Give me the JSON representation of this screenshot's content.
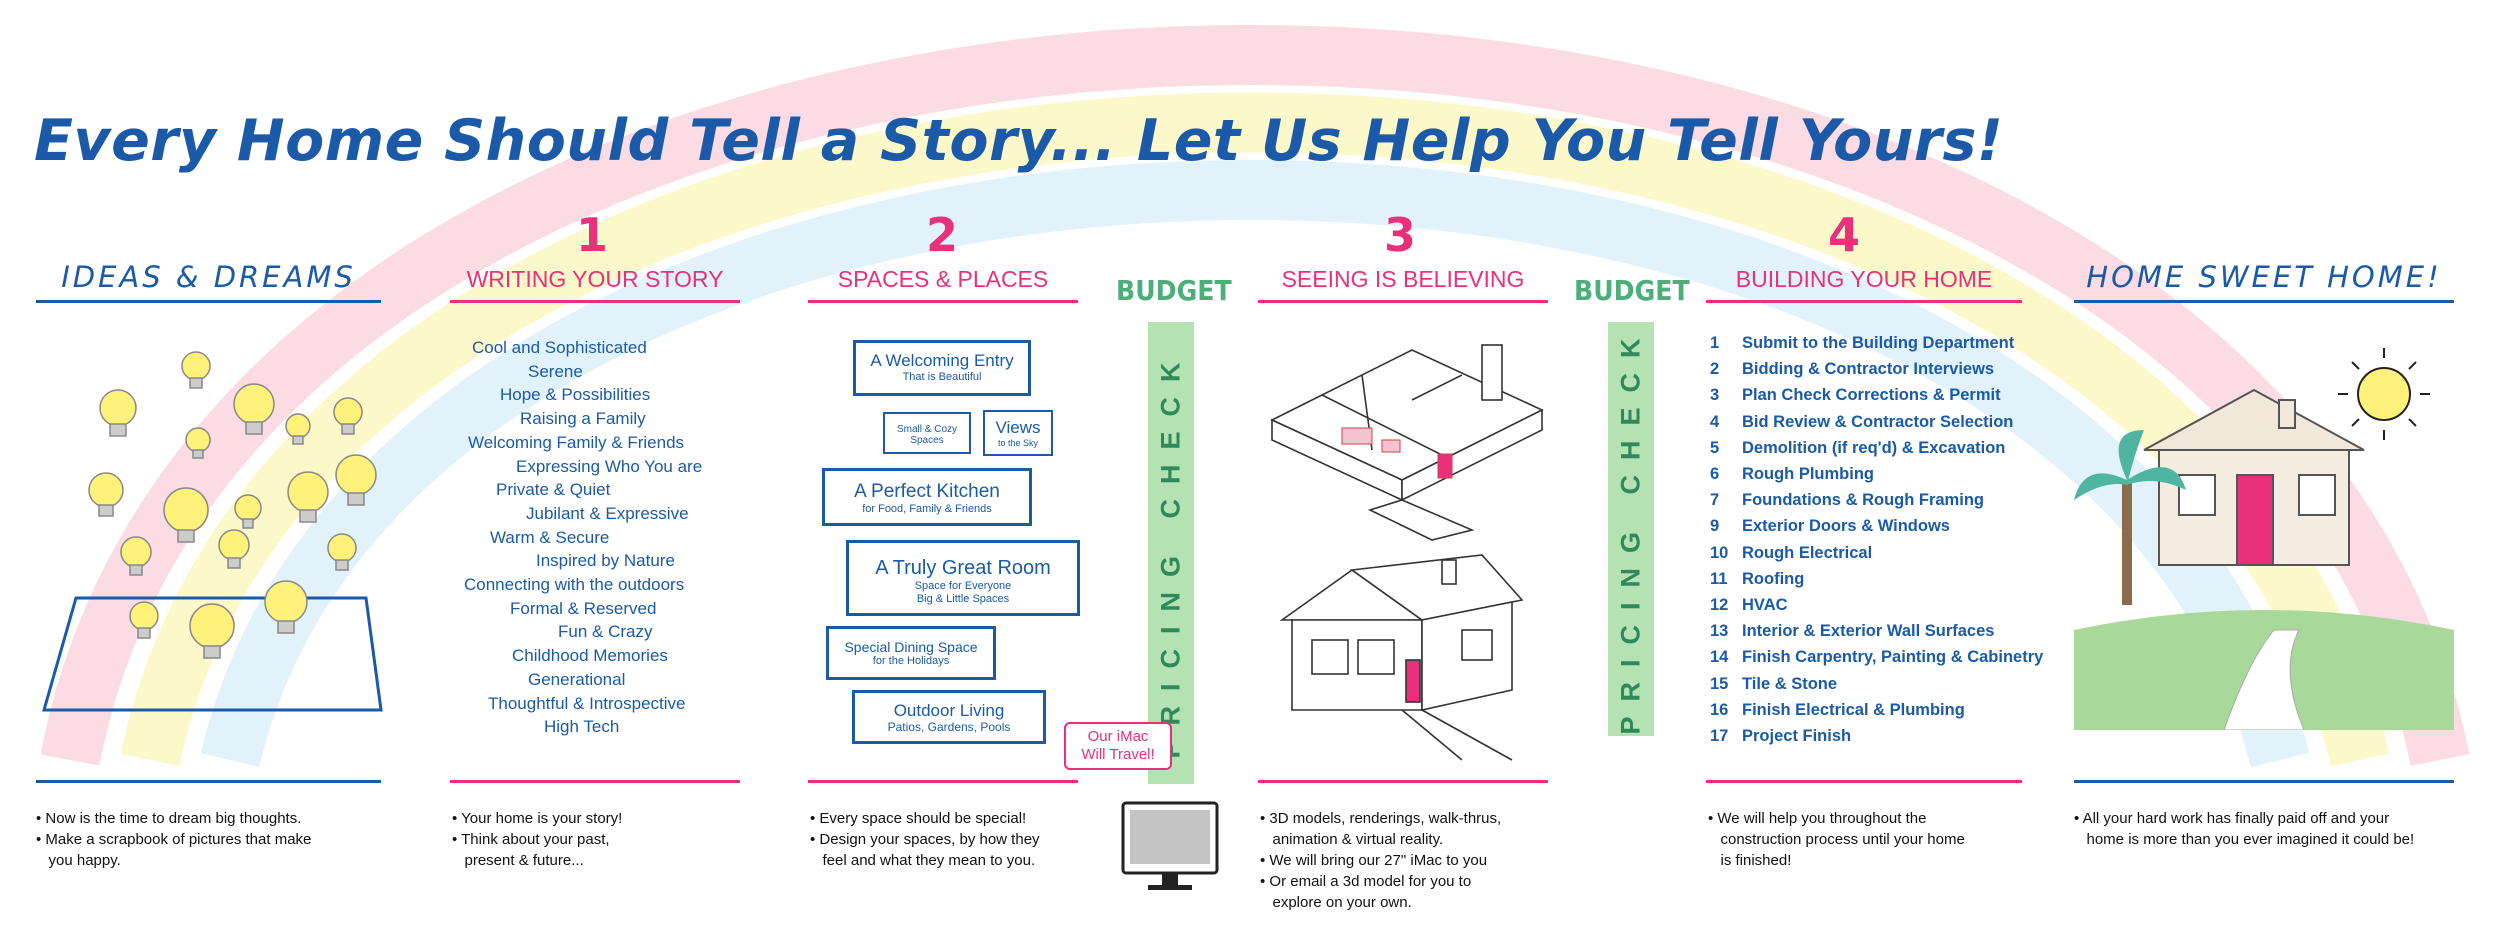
{
  "title": "Every Home Should Tell a Story... Let Us Help You Tell Yours!",
  "colors": {
    "pink": "#e8317a",
    "blue": "#1a5aa8",
    "green": "#b5e2b3",
    "yellow": "#fff6a0"
  },
  "ideas": {
    "heading": "IDEAS & DREAMS",
    "notes": [
      "• Now is the time to dream big thoughts.",
      "• Make a scrapbook of pictures that make",
      "   you happy."
    ]
  },
  "story": {
    "number": "1",
    "heading": "WRITING YOUR STORY",
    "items": [
      "Cool and Sophisticated",
      "Serene",
      "Hope & Possibilities",
      "Raising a Family",
      "Welcoming Family & Friends",
      "Expressing Who You are",
      "Private & Quiet",
      "Jubilant & Expressive",
      "Warm & Secure",
      "Inspired by Nature",
      "Connecting with the outdoors",
      "Formal & Reserved",
      "Fun & Crazy",
      "Childhood Memories",
      "Generational",
      "Thoughtful & Introspective",
      "High Tech"
    ],
    "notes": [
      "• Your home is your story!",
      "• Think about your past,",
      "   present & future..."
    ]
  },
  "spaces": {
    "number": "2",
    "heading": "SPACES & PLACES",
    "entry": {
      "big": "A Welcoming Entry",
      "small": "That is Beautiful"
    },
    "cozy": {
      "big": "Small & Cozy",
      "small": "Spaces"
    },
    "views": {
      "big": "Views",
      "small": "to the Sky"
    },
    "kitchen": {
      "big": "A Perfect Kitchen",
      "small": "for Food, Family & Friends"
    },
    "great_room": {
      "big": "A Truly Great Room",
      "small": "Space for Everyone",
      "small2": "Big & Little Spaces"
    },
    "dining": {
      "big": "Special Dining Space",
      "small": "for the Holidays"
    },
    "outdoor": {
      "big": "Outdoor Living",
      "small": "Patios, Gardens, Pools"
    },
    "notes": [
      "• Every space should be special!",
      "• Design your spaces, by how they",
      "   feel and what they mean to you."
    ]
  },
  "budget1": {
    "label": "BUDGET",
    "pricing": "PRICING CHECK"
  },
  "imac_bubble": {
    "line1": "Our iMac",
    "line2": "Will Travel!"
  },
  "seeing": {
    "number": "3",
    "heading": "SEEING IS BELIEVING",
    "notes": [
      "• 3D models, renderings, walk-thrus,",
      "   animation & virtual reality.",
      "• We will bring our 27\" iMac to you",
      "• Or email a 3d model for you to",
      "   explore on your own."
    ]
  },
  "budget2": {
    "label": "BUDGET",
    "pricing": "PRICING CHECK"
  },
  "building": {
    "number": "4",
    "heading": "BUILDING YOUR HOME",
    "steps": [
      {
        "n": "1",
        "text": "Submit to the Building Department"
      },
      {
        "n": "2",
        "text": "Bidding & Contractor Interviews"
      },
      {
        "n": "3",
        "text": "Plan Check Corrections & Permit"
      },
      {
        "n": "4",
        "text": "Bid Review & Contractor Selection"
      },
      {
        "n": "5",
        "text": "Demolition (if req'd) & Excavation"
      },
      {
        "n": "6",
        "text": "Rough Plumbing"
      },
      {
        "n": "7",
        "text": "Foundations & Rough Framing"
      },
      {
        "n": "9",
        "text": "Exterior Doors & Windows"
      },
      {
        "n": "10",
        "text": "Rough Electrical"
      },
      {
        "n": "11",
        "text": "Roofing"
      },
      {
        "n": "12",
        "text": "HVAC"
      },
      {
        "n": "13",
        "text": "Interior & Exterior Wall Surfaces"
      },
      {
        "n": "14",
        "text": "Finish Carpentry, Painting & Cabinetry"
      },
      {
        "n": "15",
        "text": "Tile & Stone"
      },
      {
        "n": "16",
        "text": "Finish Electrical & Plumbing"
      },
      {
        "n": "17",
        "text": "Project Finish"
      }
    ],
    "notes": [
      "• We will help you throughout the",
      "   construction process until your home",
      "   is finished!"
    ]
  },
  "home": {
    "heading": "HOME SWEET HOME!",
    "notes": [
      "• All your hard work has finally paid off and your",
      "   home is more than you ever imagined it could be!"
    ]
  }
}
